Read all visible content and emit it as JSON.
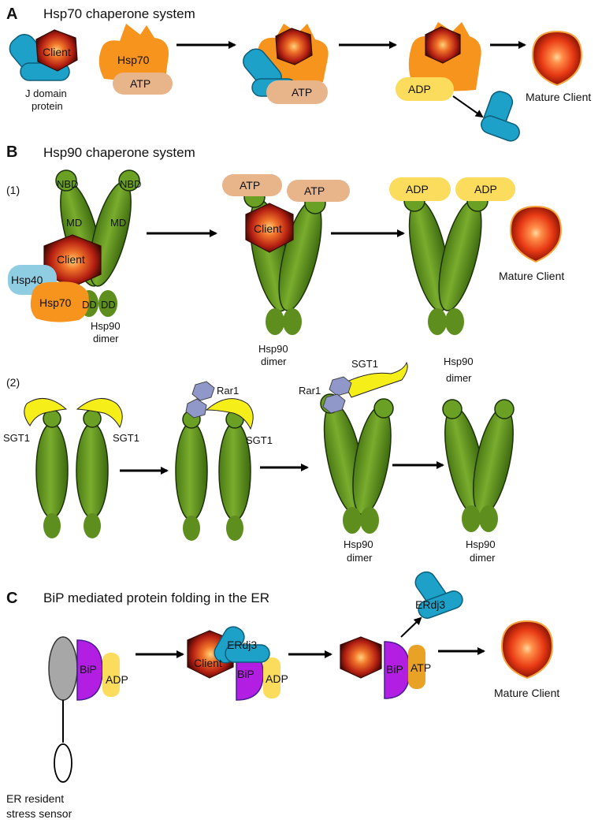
{
  "panels": {
    "a": {
      "letter": "A",
      "title": "Hsp70 chaperone system"
    },
    "b": {
      "letter": "B",
      "title": "Hsp90 chaperone system"
    },
    "c": {
      "letter": "C",
      "title": "BiP mediated protein folding in the ER"
    }
  },
  "labels": {
    "client": "Client",
    "hsp70": "Hsp70",
    "hsp40": "Hsp40",
    "atp": "ATP",
    "adp": "ADP",
    "j_domain_line1": "J domain",
    "j_domain_line2": "protein",
    "mature_client": "Mature Client",
    "nbd": "NBD",
    "md": "MD",
    "dd": "DD",
    "hsp90": "Hsp90",
    "dimer": "dimer",
    "sgt1": "SGT1",
    "rar1": "Rar1",
    "bip": "BiP",
    "erdj3": "ERdj3",
    "er_resident_line1": "ER resident",
    "er_resident_line2": "stress sensor",
    "row1": "(1)",
    "row2": "(2)"
  },
  "colors": {
    "hsp90_green": "#5e8f1e",
    "hsp90_dark": "#2f4f0c",
    "hsp70_orange": "#f7941d",
    "j_domain_blue": "#1ea1c8",
    "atp_tan": "#e8b48a",
    "adp_yellow": "#fbdc5c",
    "sgt1_yellow": "#f5ee19",
    "rar1_lavender": "#8f98c9",
    "hsp40_lightblue": "#8fcde3",
    "bip_purple": "#b21fe3",
    "client_red": "#a81e13"
  }
}
